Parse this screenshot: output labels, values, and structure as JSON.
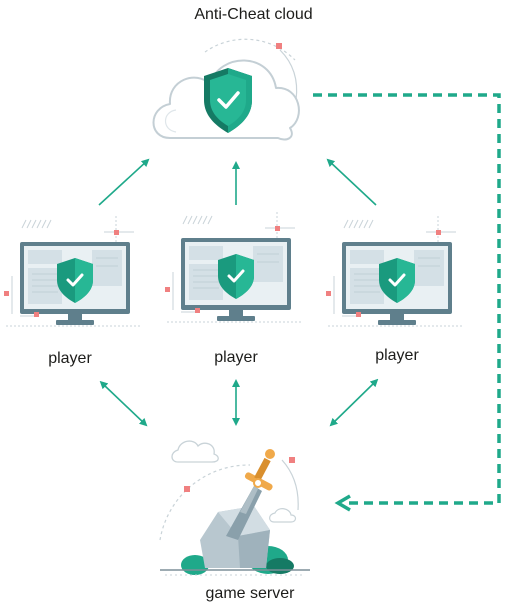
{
  "labels": {
    "cloud": "Anti-Cheat cloud",
    "player_1": "player",
    "player_2": "player",
    "player_3": "player",
    "server": "game server"
  },
  "colors": {
    "accent": "#1fa98a",
    "accent_dark": "#157a64",
    "screen_frame": "#5f7f8c",
    "screen_bg": "#e6eef2",
    "line_gray": "#c9d3d8",
    "marker_red": "#f08080"
  },
  "icons": {
    "shield": "shield-check-icon",
    "cloud": "cloud-icon",
    "monitor": "monitor-icon",
    "sword": "sword-in-stone-icon"
  }
}
